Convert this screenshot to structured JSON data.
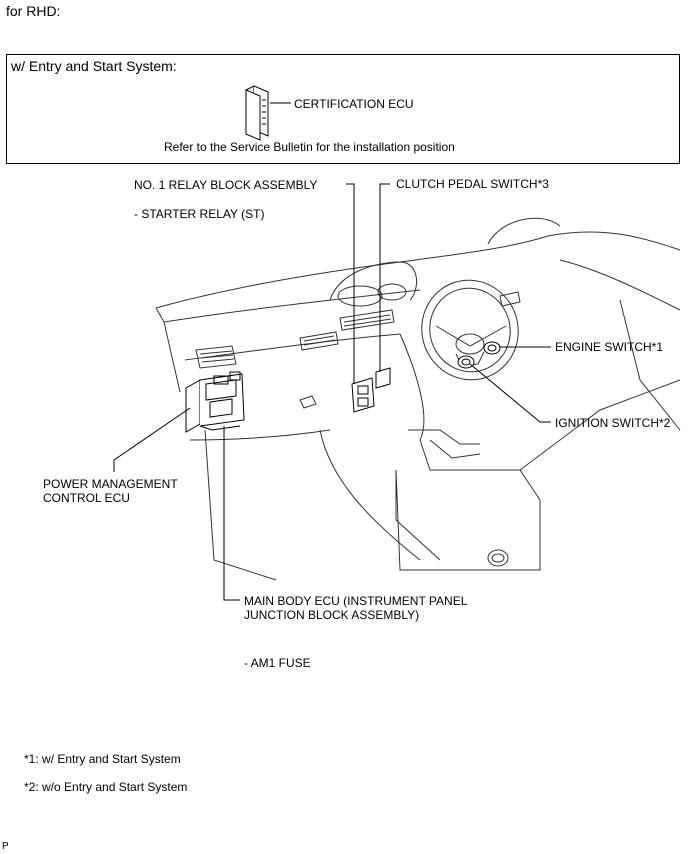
{
  "header": {
    "title": "for RHD:"
  },
  "system_box": {
    "heading": "w/ Entry and Start System:",
    "part_label": "CERTIFICATION ECU",
    "note": "Refer to the Service Bulletin for the installation position"
  },
  "callouts": {
    "relay_block": "NO. 1 RELAY BLOCK ASSEMBLY",
    "starter_relay": "- STARTER RELAY (ST)",
    "clutch_switch": "CLUTCH PEDAL SWITCH*3",
    "engine_switch": "ENGINE SWITCH*1",
    "ignition_switch": "IGNITION SWITCH*2",
    "power_mgmt_line1": "POWER MANAGEMENT",
    "power_mgmt_line2": "CONTROL ECU",
    "main_body_line1": "MAIN BODY ECU (INSTRUMENT PANEL",
    "main_body_line2": "JUNCTION BLOCK ASSEMBLY)",
    "am1_fuse": "- AM1 FUSE"
  },
  "footnotes": [
    "*1: w/ Entry and Start System",
    "*2: w/o Entry and Start System"
  ],
  "corner_mark": "P"
}
